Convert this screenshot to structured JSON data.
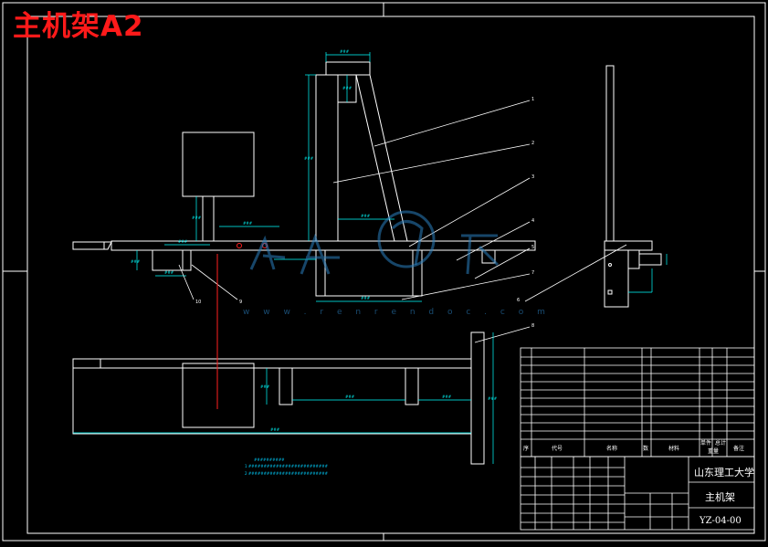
{
  "drawing": {
    "title": "主机架A2",
    "watermark_url": "w w w . r e n r e n d o c . c o m"
  },
  "title_block": {
    "school": "山东理工大学",
    "part_name": "主机架",
    "drawing_no": "YZ-04-00",
    "header_code": "代号",
    "header_name": "名称",
    "header_material": "材料",
    "header_remark": "备注",
    "header_index": "序",
    "header_qty": "数",
    "header_weight1": "单件",
    "header_weight2": "总计",
    "header_weight_label": "重量"
  },
  "balloons": [
    "1",
    "2",
    "3",
    "4",
    "5",
    "6",
    "7",
    "8",
    "9",
    "10"
  ],
  "colors": {
    "outline": "#ffffff",
    "dimension": "#00ffff",
    "centerline": "#ff2020",
    "title": "#ff1a1a",
    "watermark": "#2a7fbf"
  }
}
